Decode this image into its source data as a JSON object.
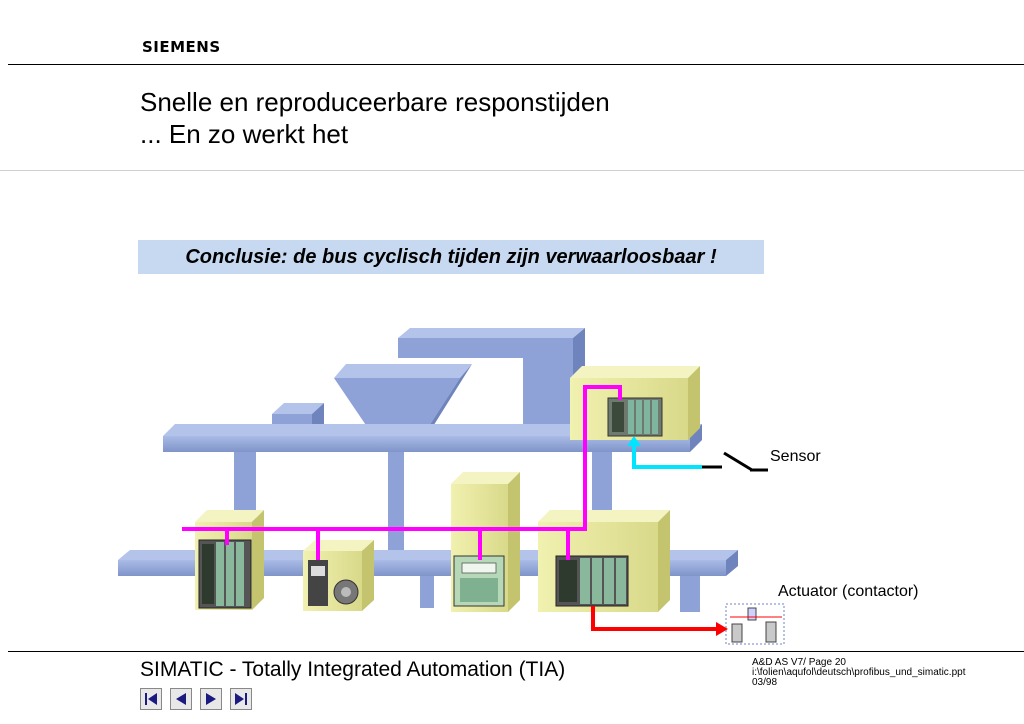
{
  "header": {
    "brand": "SIEMENS",
    "title_line1": "Snelle en reproduceerbare responstijden",
    "title_line2": "... En zo werkt het"
  },
  "banner": {
    "text": "Conclusie: de bus cyclisch tijden zijn verwaarloosbaar !",
    "background": "#c6d9f1"
  },
  "diagram": {
    "labels": {
      "sensor": "Sensor",
      "actuator": "Actuator (contactor)"
    },
    "colors": {
      "bus": "#ff00ff",
      "sensor_line": "#00e5ff",
      "actuator_line": "#ff0000",
      "frame": "#8fa3d6",
      "cabinet": "#e8e89a"
    }
  },
  "footer": {
    "title": "SIMATIC - Totally Integrated Automation (TIA)",
    "meta_line1": "A&D AS V7/  Page 20",
    "meta_line2": "i:\\folien\\aqufol\\deutsch\\profibus_und_simatic.ppt",
    "meta_line3": "03/98",
    "nav": [
      "first-icon",
      "previous-icon",
      "next-icon",
      "last-icon"
    ]
  }
}
